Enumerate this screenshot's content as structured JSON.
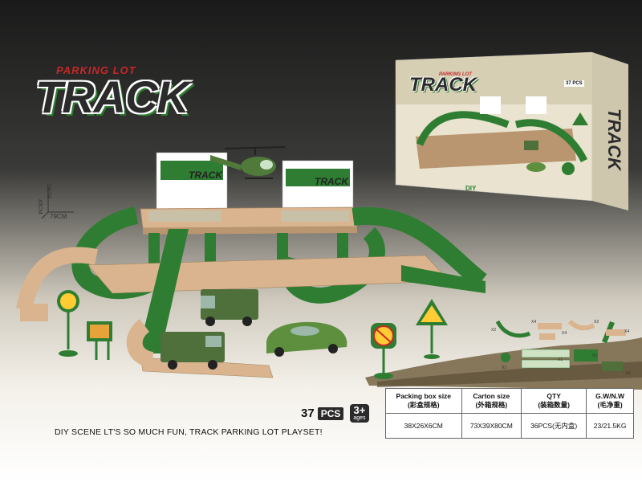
{
  "logo": {
    "subtitle": "PARKING LOT",
    "title": "TRACK"
  },
  "box_logo": {
    "subtitle": "PARKING LOT",
    "title": "TRACK",
    "side_title": "TRACK",
    "diy": "DIY",
    "pcs": "37 PCS"
  },
  "dimensions": {
    "width": "79CM",
    "height": "19CM",
    "depth": "43CM"
  },
  "badge": {
    "count": "37",
    "pcs": "PCS",
    "age": "3+",
    "age_label": "ages"
  },
  "slogan": "DIY SCENE LT'S SO MUCH FUN, TRACK PARKING LOT PLAYSET!",
  "spec_table": {
    "headers": [
      {
        "en": "Packing box size",
        "cn": "(彩盒规格)"
      },
      {
        "en": "Carton size",
        "cn": "(外箱规格)"
      },
      {
        "en": "QTY",
        "cn": "(装箱数量)"
      },
      {
        "en": "G.W/N.W",
        "cn": "(毛净重)"
      }
    ],
    "values": [
      "38X26X6CM",
      "73X39X80CM",
      "36PCS(无内盒)",
      "23/21.5KG"
    ]
  },
  "parts_labels": [
    "X2",
    "X4",
    "X4",
    "X2",
    "X4",
    "X1",
    "X1",
    "X1",
    "X1"
  ],
  "colors": {
    "track_green": "#2e7d32",
    "track_tan": "#d9b48f",
    "accent_red": "#c62828",
    "dark": "#2b2b2b"
  }
}
